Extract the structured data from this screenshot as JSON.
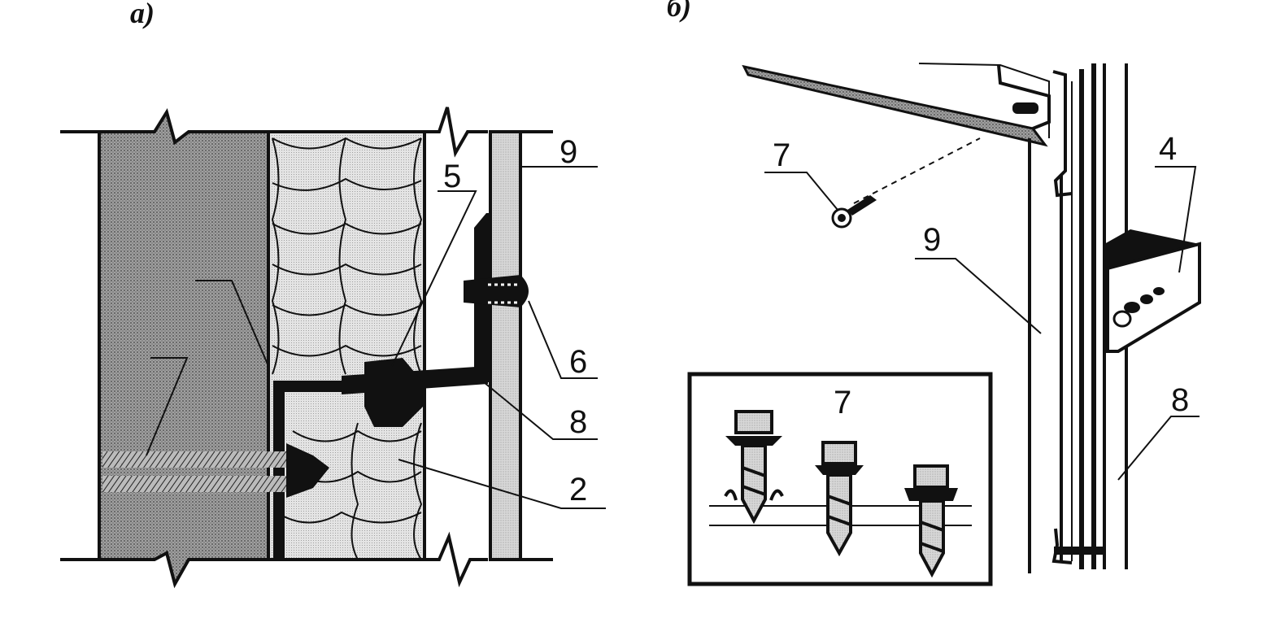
{
  "panels": {
    "a": {
      "caption": "а)"
    },
    "b": {
      "caption": "б)"
    }
  },
  "callouts_a": {
    "c9": "9",
    "c5": "5",
    "c6": "6",
    "c8": "8",
    "c2": "2"
  },
  "callouts_b": {
    "c7": "7",
    "c4": "4",
    "c9": "9",
    "c8": "8",
    "inset_title": "7"
  },
  "colors": {
    "ink": "#111111",
    "masonry": "#9a9a9a",
    "insulation": "#e6e6e6",
    "cladding": "#cfcfcf"
  }
}
